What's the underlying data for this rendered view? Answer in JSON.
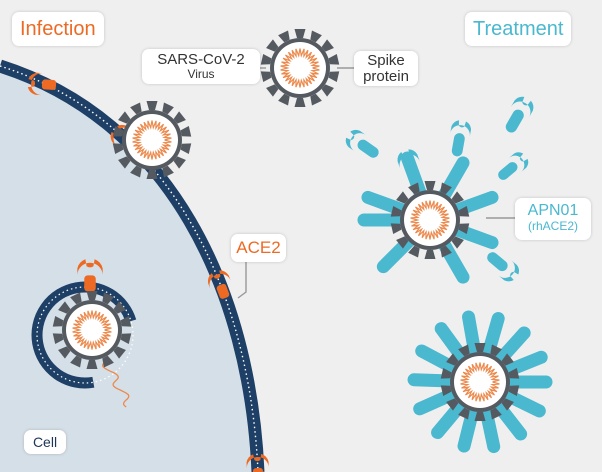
{
  "labels": {
    "infection": "Infection",
    "treatment": "Treatment",
    "virus_title": "SARS-CoV-2",
    "virus_subtitle": "Virus",
    "spike_line1": "Spike",
    "spike_line2": "protein",
    "ace2": "ACE2",
    "apn01": "APN01",
    "apn01_sub": "(rhACE2)",
    "cell": "Cell"
  },
  "colors": {
    "background": "#efefef",
    "cell_fill": "#d5dfe7",
    "membrane": "#1e3f66",
    "receptor": "#ec6a24",
    "rna": "#ec8a4e",
    "spike": "#555a61",
    "treatment": "#4ab8cf",
    "text_dark": "#333333",
    "text_navy": "#1d3557"
  }
}
